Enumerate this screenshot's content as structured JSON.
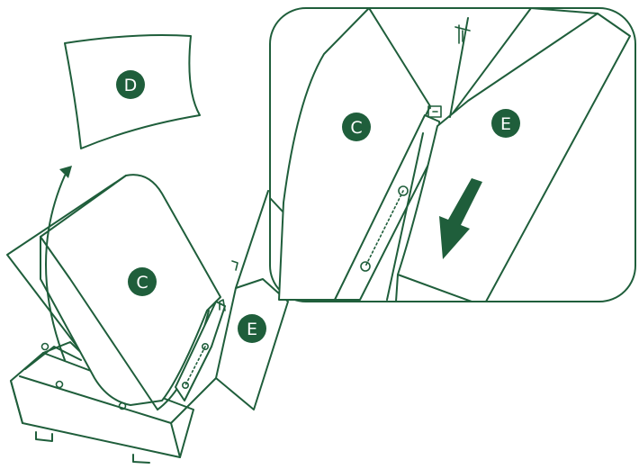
{
  "colors": {
    "ink": "#1f5e3b",
    "background": "#ffffff"
  },
  "parts": {
    "cushion_back": {
      "label": "D"
    },
    "seat_cushion": {
      "label": "C"
    },
    "side_panel": {
      "label": "E"
    }
  },
  "detail_view": {
    "seat_cushion": {
      "label": "C"
    },
    "side_panel": {
      "label": "E"
    }
  },
  "icons": {
    "lift_arrow": "curved-up-arrow-icon",
    "insert_arrow": "down-arrow-icon"
  }
}
